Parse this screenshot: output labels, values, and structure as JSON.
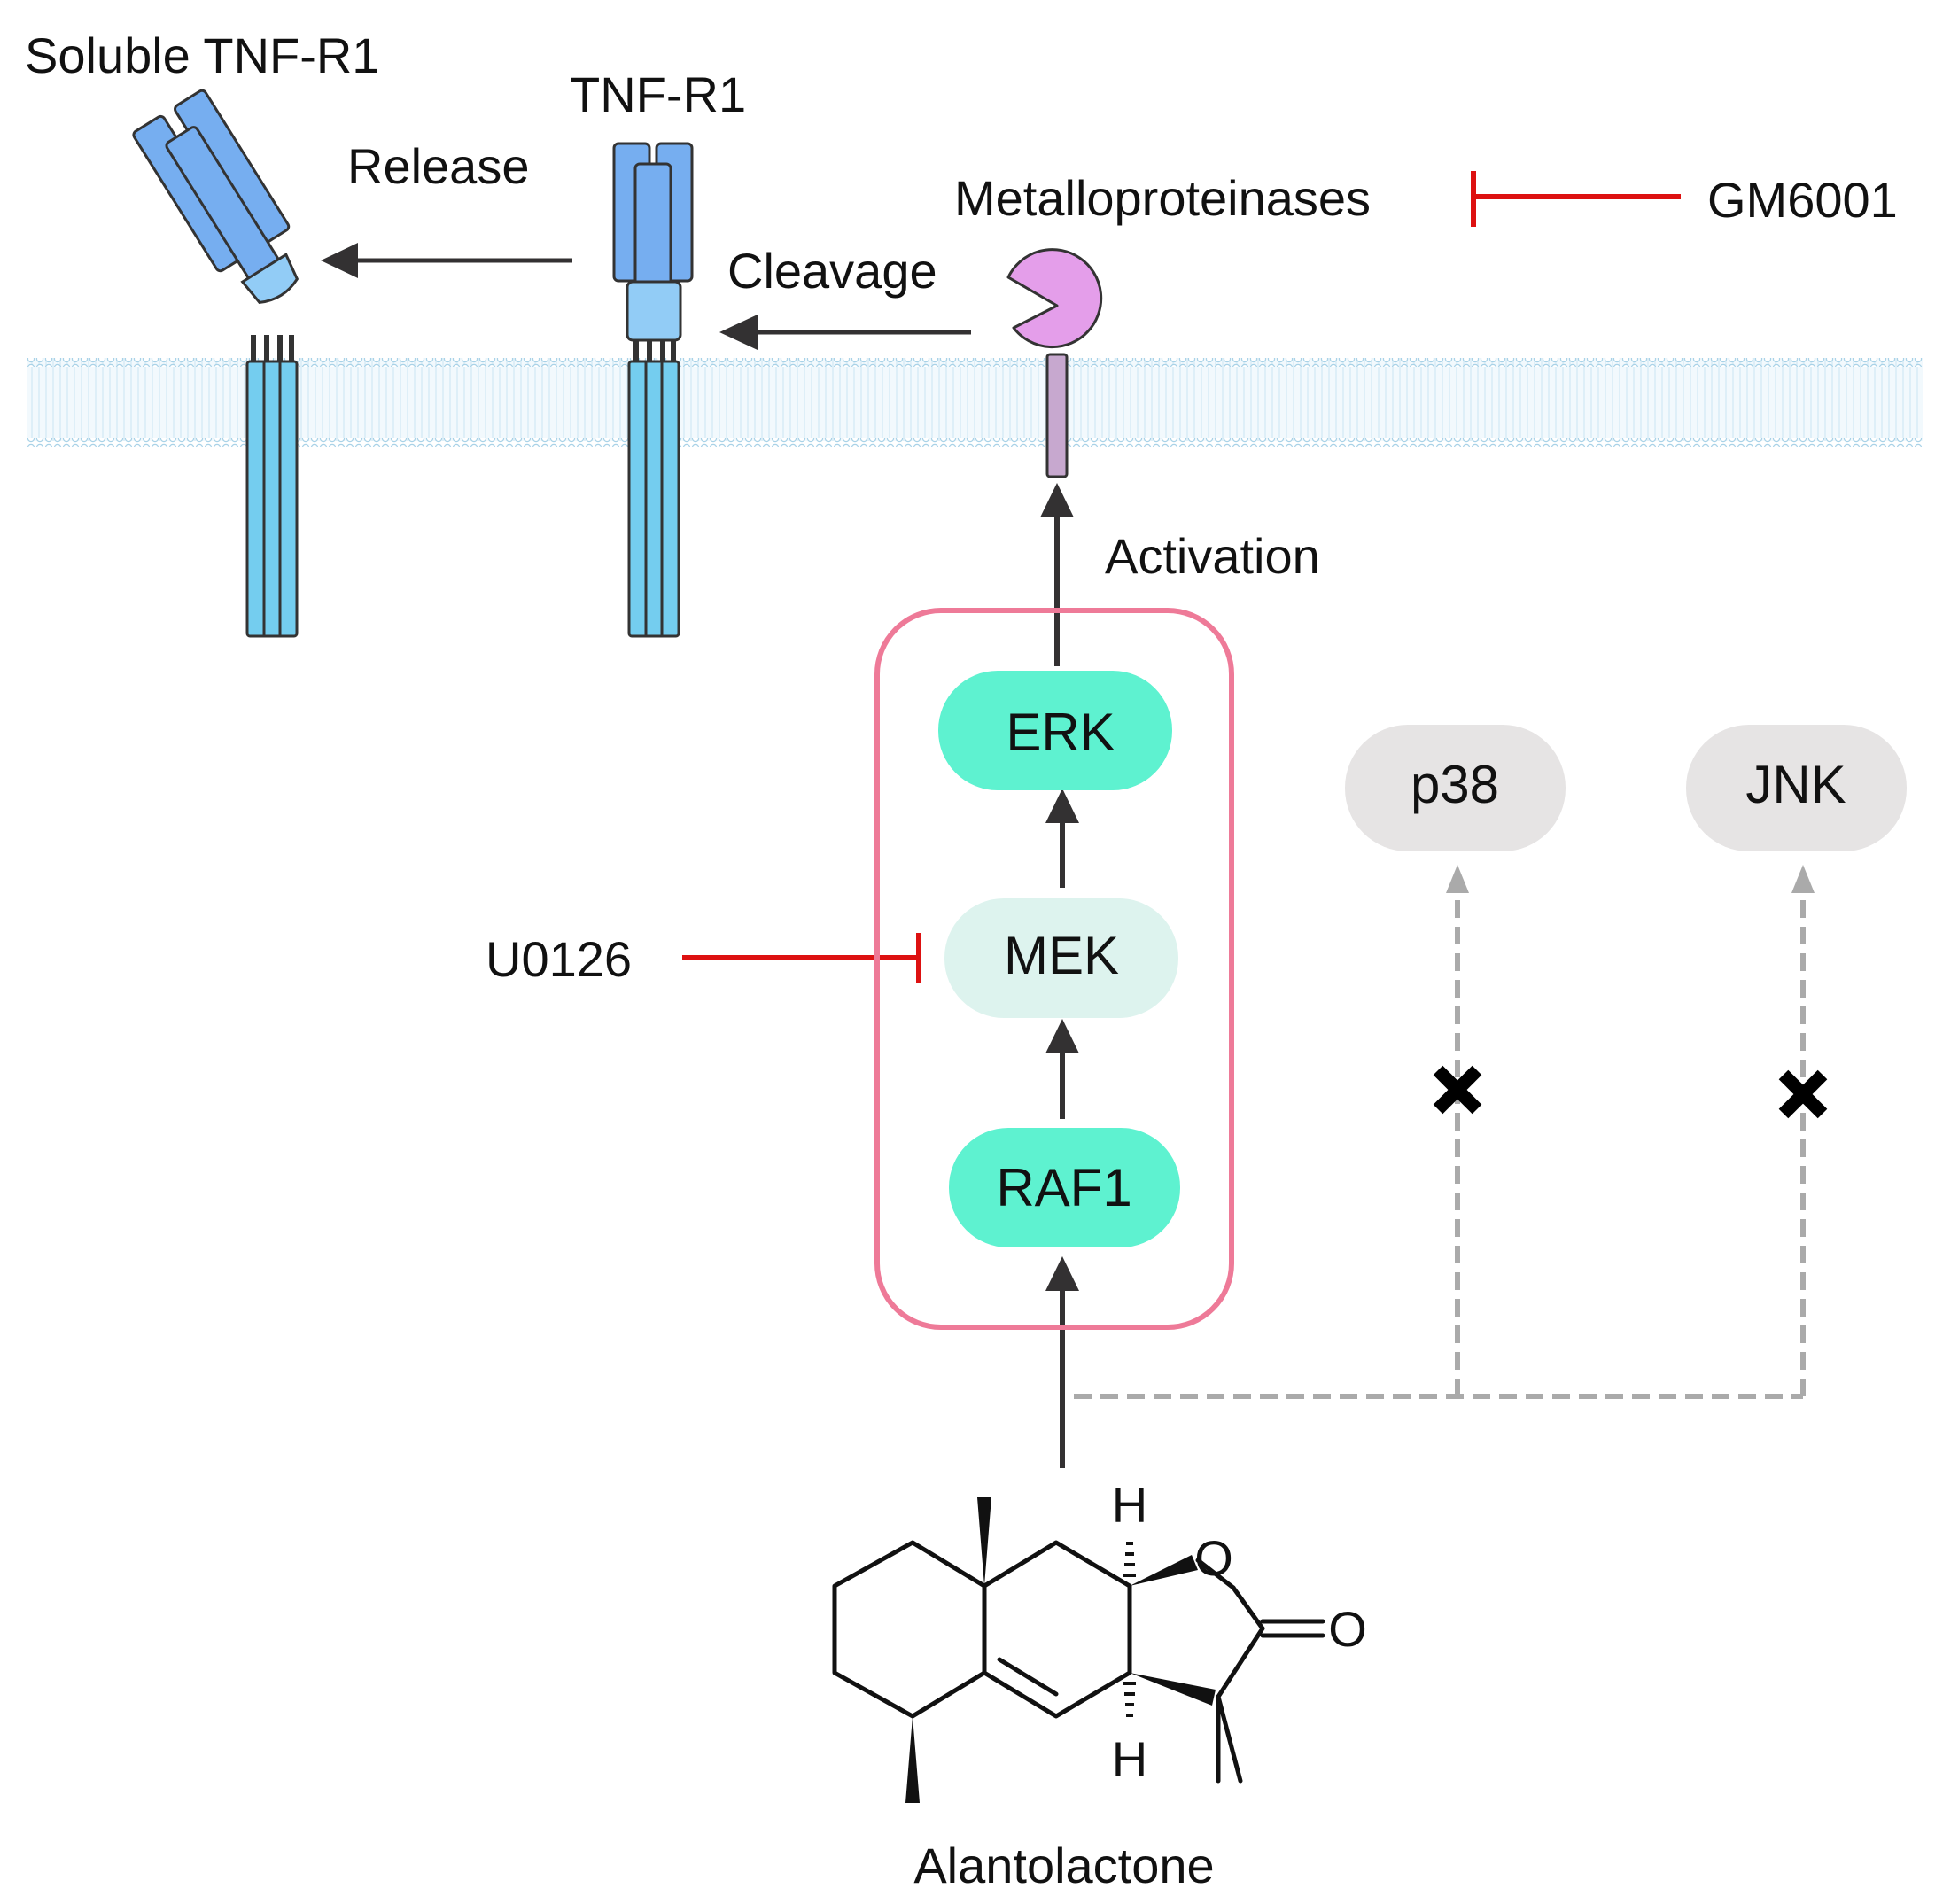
{
  "labels": {
    "soluble_receptor": "Soluble TNF-R1",
    "receptor": "TNF-R1",
    "release": "Release",
    "cleavage": "Cleavage",
    "enzyme": "Metalloproteinases",
    "enzyme_inhibitor": "GM6001",
    "activation": "Activation",
    "mek_inhibitor": "U0126",
    "compound": "Alantolactone"
  },
  "nodes": {
    "erk": "ERK",
    "mek": "MEK",
    "raf1": "RAF1",
    "p38": "p38",
    "jnk": "JNK"
  },
  "molecule": {
    "h_top": "H",
    "h_bottom": "H",
    "ring_oxygen": "O",
    "carbonyl_oxygen": "O"
  },
  "colors": {
    "active_kinase": "#5EF2D0",
    "inhibited_kinase": "#DDF3EE",
    "inactive_kinase": "#E6E4E4",
    "pathway_box": "#EE7A98",
    "inhibitor": "#DD1111",
    "arrow": "#333132",
    "dashed": "#AAAAAA",
    "receptor_domain": "#76AEF0",
    "receptor_stalk": "#92CCF6",
    "transmembrane": "#74CDEF",
    "enzyme": "#E49EEA",
    "enzyme_stalk": "#C7A8CF",
    "membrane": "#B8DBEC"
  }
}
